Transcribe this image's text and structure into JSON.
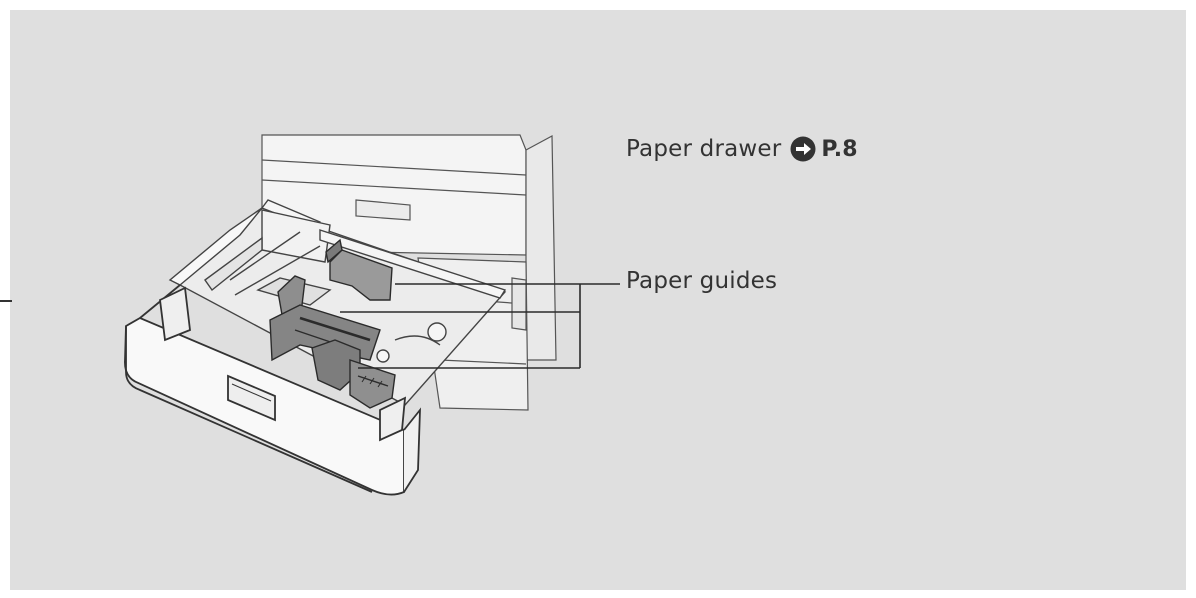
{
  "labels": {
    "paper_drawer": "Paper drawer",
    "paper_drawer_ref": "P.8",
    "paper_guides": "Paper guides"
  },
  "icons": {
    "reference": "arrow-right-circle-icon"
  },
  "colors": {
    "background": "#dfdfdf",
    "text": "#333333",
    "guide_fill": "#8a8a8a",
    "line": "#2b2b2b"
  }
}
